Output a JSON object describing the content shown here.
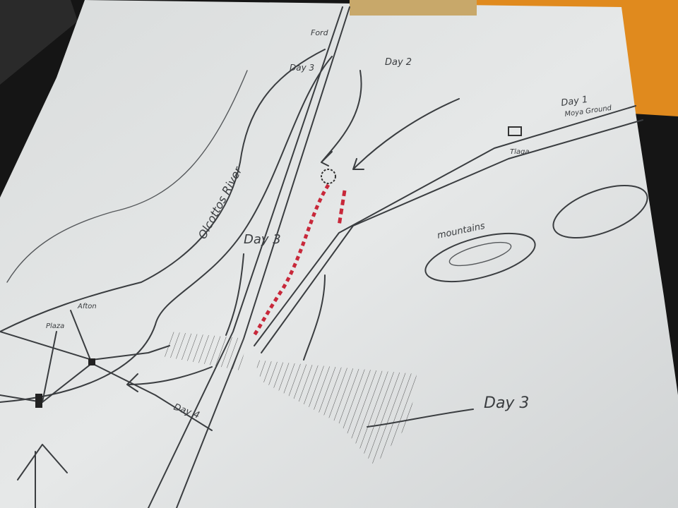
{
  "map": {
    "labels": {
      "ford": "Ford",
      "day_3_top": "Day 3",
      "day_2": "Day 2",
      "day_1": "Day 1",
      "day_1_sub": "Moya Ground",
      "village": "Tlaga",
      "river": "Olcottos River",
      "day_3_center": "Day 3",
      "mountains": "mountains",
      "town_1": "Afton",
      "town_2": "Plaza",
      "day_4": "Day 4",
      "day_3_right": "Day 3"
    },
    "colors": {
      "paper": "#e4e6e6",
      "pencil": "#3a3d40",
      "red_route": "#c8283a",
      "wood": "#e08a1e"
    }
  }
}
